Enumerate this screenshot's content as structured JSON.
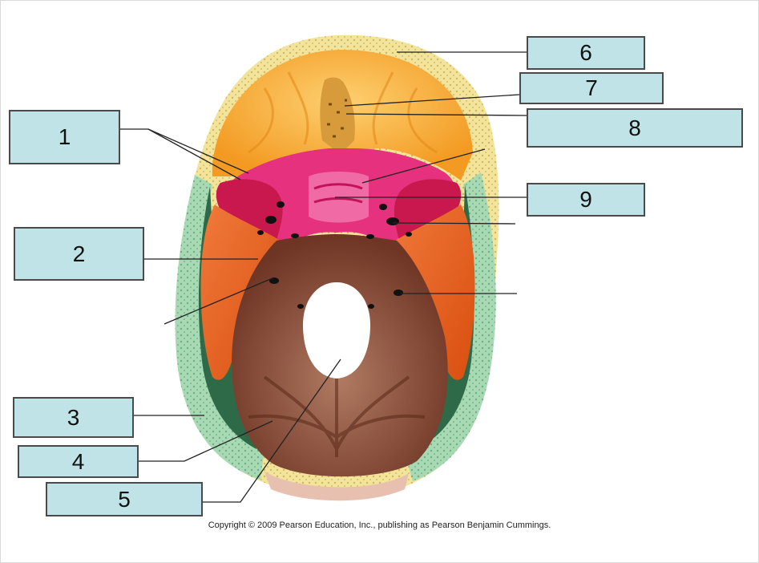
{
  "labels": {
    "l1": "1",
    "l2": "2",
    "l3": "3",
    "l4": "4",
    "l5": "5",
    "l6": "6",
    "l7": "7",
    "l8": "8",
    "l9": "9"
  },
  "copyright": "Copyright © 2009 Pearson Education, Inc., publishing as Pearson Benjamin Cummings.",
  "colors": {
    "label_fill": "#bfe3e6",
    "frontal": "#f6a531",
    "sphenoid": "#e6317e",
    "temporal": "#e75f1f",
    "occipital": "#8a4a35",
    "parietal": "#a7d8b0",
    "bone_rim": "#f3e6a0"
  }
}
